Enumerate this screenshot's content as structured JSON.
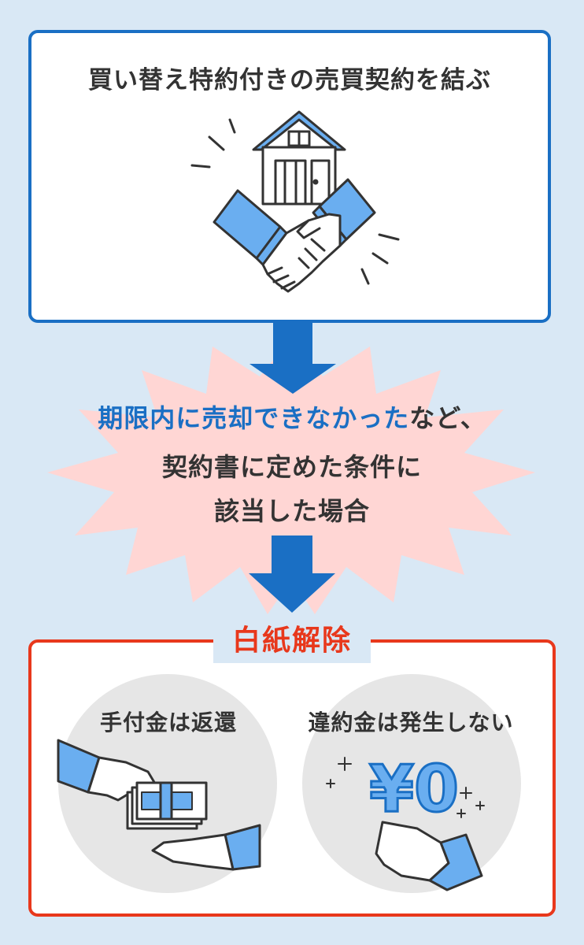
{
  "top_box": {
    "title": "買い替え特約付きの売買契約を結ぶ"
  },
  "condition": {
    "line1_highlight": "期限内に売却できなかった",
    "line1_rest": "など、",
    "line2": "契約書に定めた条件に",
    "line3": "該当した場合"
  },
  "result": {
    "title": "白紙解除",
    "left_label": "手付金は返還",
    "right_label": "違約金は発生しない",
    "right_amount": "¥0"
  },
  "colors": {
    "background": "#d9e8f5",
    "blue": "#1a6fc4",
    "light_blue": "#6aaef0",
    "red": "#e8381c",
    "burst": "#ffd6d4",
    "circle": "#e6e6e6"
  }
}
